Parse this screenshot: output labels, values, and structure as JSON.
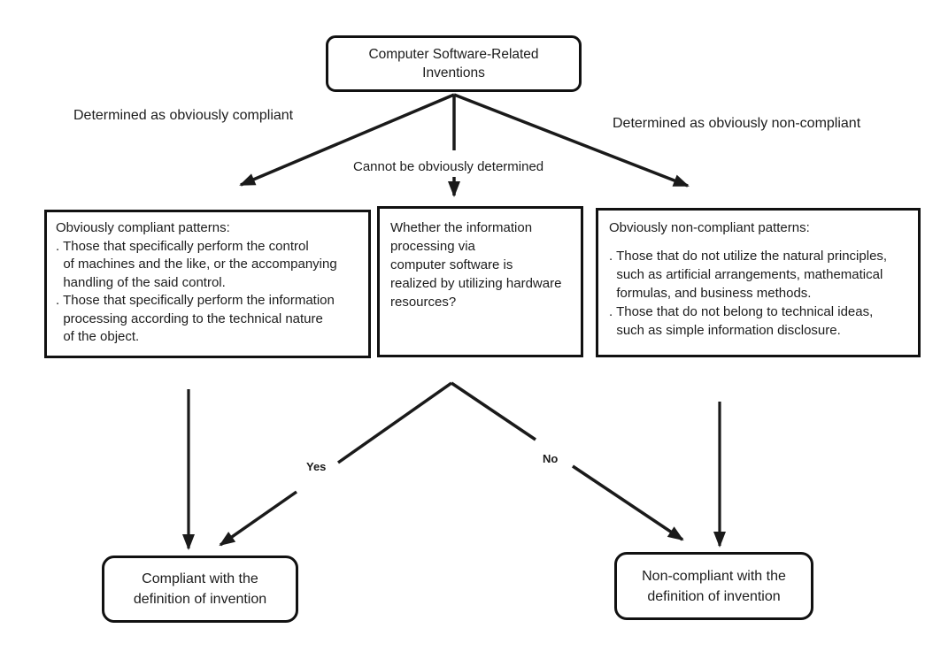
{
  "diagram": {
    "root": "Computer Software-Related\nInventions",
    "branch_labels": {
      "left": "Determined as obviously compliant",
      "center": "Cannot be obviously determined",
      "right": "Determined as obviously non-compliant"
    },
    "compliant_box": {
      "header": "Obviously compliant patterns:",
      "lines": [
        ". Those that specifically perform the control",
        "  of machines and the like, or the accompanying",
        "  handling of the said control.",
        ". Those that specifically perform the information",
        "  processing according to the technical nature",
        "  of the object."
      ]
    },
    "question_box": {
      "lines": [
        "Whether the information",
        "processing via",
        "computer software is",
        "realized by utilizing hardware",
        "resources?"
      ]
    },
    "non_compliant_box": {
      "header": "Obviously non-compliant patterns:",
      "lines": [
        ". Those that do not utilize the natural principles,",
        "  such as artificial arrangements, mathematical",
        "  formulas, and business methods.",
        ". Those that do not belong to technical ideas,",
        "  such as simple information disclosure."
      ]
    },
    "decision_labels": {
      "yes": "Yes",
      "no": "No"
    },
    "outcomes": {
      "compliant": "Compliant with the\ndefinition of invention",
      "non_compliant": "Non-compliant with the\ndefinition of invention"
    },
    "colors": {
      "line": "#1a1a1a",
      "text": "#1c1c1c",
      "background": "#ffffff"
    }
  }
}
